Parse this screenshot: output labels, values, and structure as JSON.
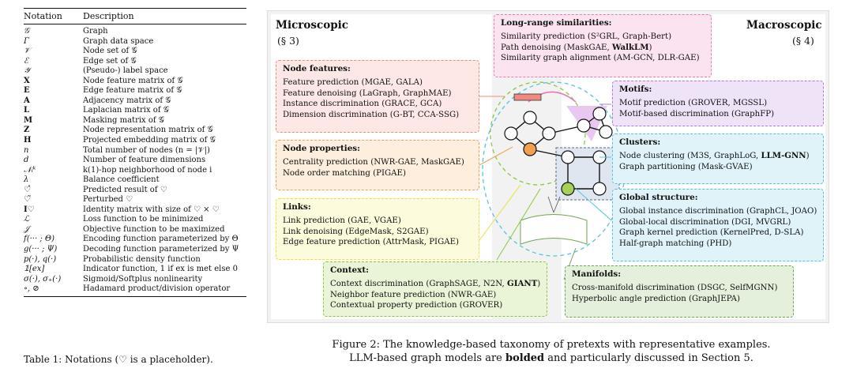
{
  "table": {
    "header": [
      "Notation",
      "Description"
    ],
    "rows": [
      [
        "𝒢",
        "Graph"
      ],
      [
        "Γ",
        "Graph data space"
      ],
      [
        "𝒱",
        "Node set of 𝒢"
      ],
      [
        "ℰ",
        "Edge set of 𝒢"
      ],
      [
        "𝒴",
        "(Pseudo-) label space"
      ],
      [
        "X",
        "Node feature matrix of 𝒢"
      ],
      [
        "E",
        "Edge feature matrix of 𝒢"
      ],
      [
        "A",
        "Adjacency matrix of 𝒢"
      ],
      [
        "L",
        "Laplacian matrix of 𝒢"
      ],
      [
        "M",
        "Masking matrix of 𝒢"
      ],
      [
        "Z",
        "Node representation matrix of 𝒢"
      ],
      [
        "H",
        "Projected embedding matrix of 𝒢"
      ],
      [
        "n",
        "Total number of nodes (n = |𝒱|)"
      ],
      [
        "d",
        "Number of feature dimensions"
      ],
      [
        "𝒩ᵢᵏ",
        "k(1)-hop neighborhood of node i"
      ],
      [
        "λ",
        "Balance coefficient"
      ],
      [
        "♡̂",
        "Predicted result of ♡"
      ],
      [
        "♡̃",
        "Perturbed ♡"
      ],
      [
        "I♡",
        "Identity matrix with size of ♡ × ♡"
      ],
      [
        "ℒ",
        "Loss function to be minimized"
      ],
      [
        "𝒥",
        "Objective function to be maximized"
      ],
      [
        "f(··· ; Θ)",
        "Encoding function parameterized by Θ"
      ],
      [
        "g(··· ; Ψ)",
        "Decoding function parameterized by Ψ"
      ],
      [
        "p(·), q(·)",
        "Probabilistic density function"
      ],
      [
        "𝟙[ex]",
        "Indicator function, 1 if ex is met else 0"
      ],
      [
        "σ(·), σ₊(·)",
        "Sigmoid/Softplus nonlinearity"
      ],
      [
        "∘, ⊘",
        "Hadamard product/division operator"
      ]
    ],
    "caption": "Table 1: Notations (♡ is a placeholder)."
  },
  "figure": {
    "micro_title": "Microscopic",
    "micro_sec": "(§ 3)",
    "macro_title": "Macroscopic",
    "macro_sec": "(§ 4)",
    "boxes": {
      "long_range": {
        "title": "Long-range similarities:",
        "lines": [
          "Similarity prediction (S²GRL, Graph-Bert)",
          "Path denoising (MaskGAE, ",
          "Similarity graph alignment (AM-GCN, DLR-GAE)"
        ],
        "bold": "WalkLM",
        "suffix": ")"
      },
      "node_features": {
        "title": "Node features:",
        "lines": [
          "Feature prediction (MGAE, GALA)",
          "Feature denoising (LaGraph, GraphMAE)",
          "Instance discrimination (GRACE, GCA)",
          "Dimension discrimination (G-BT, CCA-SSG)"
        ]
      },
      "node_properties": {
        "title": "Node properties:",
        "lines": [
          "Centrality prediction (NWR-GAE, MaskGAE)",
          "Node order matching (PIGAE)"
        ]
      },
      "links": {
        "title": "Links:",
        "lines": [
          "Link prediction (GAE, VGAE)",
          "Link denoising (EdgeMask, S2GAE)",
          "Edge feature prediction (AttrMask, PIGAE)"
        ]
      },
      "context": {
        "title": "Context:",
        "lines": [
          "Context discrimination (GraphSAGE, N2N, ",
          "Neighbor feature prediction (NWR-GAE)",
          "Contextual property prediction (GROVER)"
        ],
        "bold": "GIANT",
        "suffix": ")"
      },
      "motifs": {
        "title": "Motifs:",
        "lines": [
          "Motif prediction (GROVER, MGSSL)",
          "Motif-based discrimination (GraphFP)"
        ]
      },
      "clusters": {
        "title": "Clusters:",
        "lines": [
          "Node clustering (M3S, GraphLoG, ",
          "Graph partitioning (Mask-GVAE)"
        ],
        "bold": "LLM-GNN",
        "suffix": ")"
      },
      "global": {
        "title": "Global structure:",
        "lines": [
          "Global instance discrimination (GraphCL, JOAO)",
          "Global-local discrimination (DGI, MVGRL)",
          "Graph kernel prediction (KernelPred, D-SLA)",
          "Half-graph matching (PHD)"
        ]
      },
      "manifolds": {
        "title": "Manifolds:",
        "lines": [
          "Cross-manifold discrimination (DSGC, SelfMGNN)",
          "Hyperbolic angle prediction (GraphJEPA)"
        ]
      }
    },
    "caption_line1": "Figure 2: The knowledge-based taxonomy of pretexts with representative examples.",
    "caption_line2_pre": "LLM-based graph models are ",
    "caption_line2_bold": "bolded",
    "caption_line2_post": " and particularly discussed in Section 5.",
    "colors": {
      "node_features": "#f08a80",
      "node_properties": "#f0a050",
      "links": "#e6e040",
      "context": "#8cc63f",
      "long_range": "#e87ab8",
      "motifs": "#b07ad8",
      "clusters": "#4fc6e0",
      "global": "#4fc6e0",
      "manifolds": "#6aa84f"
    }
  }
}
